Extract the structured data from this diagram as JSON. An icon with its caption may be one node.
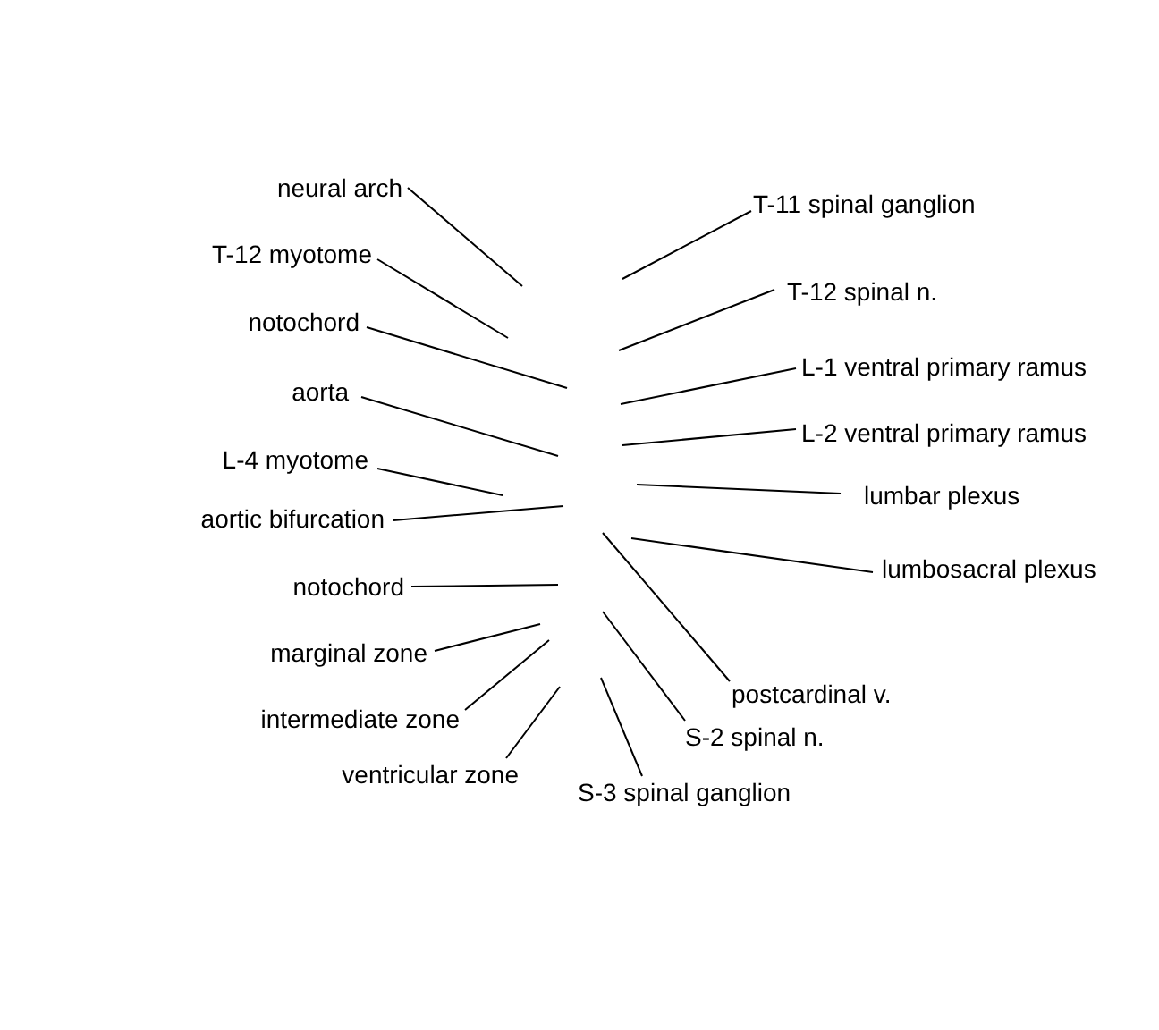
{
  "diagram": {
    "nodes": [
      {
        "text": [
          "neural arch"
        ]
      },
      {
        "text": [
          "T-12 myotome"
        ]
      },
      {
        "text": [
          "notochord"
        ]
      },
      {
        "text": [
          "aorta"
        ]
      },
      {
        "text": [
          "L-4 myotome"
        ]
      },
      {
        "text": [
          "aortic bifurcation"
        ]
      },
      {
        "text": [
          "notochord"
        ]
      },
      {
        "text": [
          "marginal zone"
        ]
      },
      {
        "text": [
          "intermediate zone"
        ]
      },
      {
        "text": [
          "ventricular zone"
        ]
      },
      {
        "text": [
          "T-11 spinal ganglion"
        ]
      },
      {
        "text": [
          "T-12 spinal n."
        ]
      },
      {
        "text": [
          "L-1 ventral primary ramus"
        ]
      },
      {
        "text": [
          "L-2 ventral primary ramus"
        ]
      },
      {
        "text": [
          "lumbar plexus"
        ]
      },
      {
        "text": [
          "lumbosacral plexus"
        ]
      },
      {
        "text": [
          "postcardinal v."
        ]
      },
      {
        "text": [
          "S-2 spinal n."
        ]
      },
      {
        "text": [
          "S-3 spinal ganglion"
        ]
      }
    ],
    "edges": [
      {
        "from": 0,
        "to": null,
        "arrow": "none"
      },
      {
        "from": 1,
        "to": null,
        "arrow": "none"
      },
      {
        "from": 2,
        "to": null,
        "arrow": "none"
      },
      {
        "from": 3,
        "to": null,
        "arrow": "none"
      },
      {
        "from": 4,
        "to": null,
        "arrow": "none"
      },
      {
        "from": 5,
        "to": null,
        "arrow": "none"
      },
      {
        "from": 6,
        "to": null,
        "arrow": "none"
      },
      {
        "from": 7,
        "to": null,
        "arrow": "none"
      },
      {
        "from": 8,
        "to": null,
        "arrow": "none"
      },
      {
        "from": 9,
        "to": null,
        "arrow": "none"
      },
      {
        "from": 10,
        "to": null,
        "arrow": "none"
      },
      {
        "from": 11,
        "to": null,
        "arrow": "none"
      },
      {
        "from": 12,
        "to": null,
        "arrow": "none"
      },
      {
        "from": 13,
        "to": null,
        "arrow": "none"
      },
      {
        "from": 14,
        "to": null,
        "arrow": "none"
      },
      {
        "from": 15,
        "to": null,
        "arrow": "none"
      },
      {
        "from": 16,
        "to": null,
        "arrow": "none"
      },
      {
        "from": 17,
        "to": null,
        "arrow": "none"
      },
      {
        "from": 18,
        "to": null,
        "arrow": "none"
      }
    ]
  }
}
